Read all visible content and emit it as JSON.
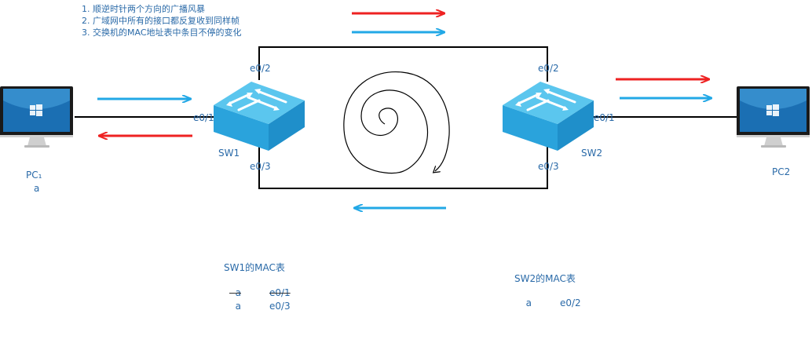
{
  "notes": [
    "1. 顺逆时针两个方向的广播风暴",
    "2. 广域网中所有的接口都反复收到同样帧",
    "3. 交换机的MAC地址表中条目不停的变化"
  ],
  "pc1": {
    "label": "PC₁",
    "mac": "a"
  },
  "pc2": {
    "label": "PC2"
  },
  "sw1": {
    "label": "SW1",
    "ports": {
      "top": "e0/2",
      "left": "e0/1",
      "bottom": "e0/3"
    },
    "mac_table": {
      "title": "SW1的MAC表",
      "rows": [
        {
          "mac": "a",
          "port": "e0/1",
          "struck": true
        },
        {
          "mac": "a",
          "port": "e0/3",
          "struck": false
        }
      ]
    }
  },
  "sw2": {
    "label": "SW2",
    "ports": {
      "top": "e0/2",
      "right": "e0/1",
      "bottom": "e0/3"
    },
    "mac_table": {
      "title": "SW2的MAC表",
      "rows": [
        {
          "mac": "a",
          "port": "e0/2"
        }
      ]
    }
  },
  "colors": {
    "red": "#ee2222",
    "blue": "#22a8e6",
    "text": "#2a6aa8",
    "switch_top": "#5bc6ee",
    "switch_side": "#1f8fca",
    "switch_front": "#2aa3dc"
  }
}
